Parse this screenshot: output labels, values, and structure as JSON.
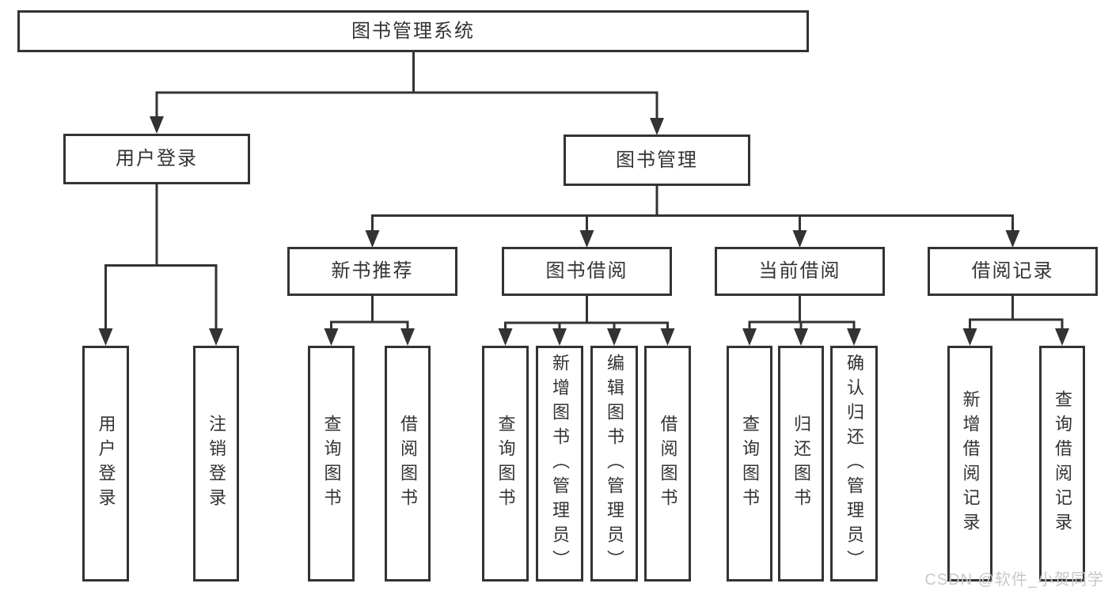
{
  "root": {
    "label": "图书管理系统"
  },
  "branches": {
    "user": {
      "label": "用户登录",
      "leaves": [
        "用户登录",
        "注销登录"
      ]
    },
    "book": {
      "label": "图书管理"
    }
  },
  "groups": {
    "newbook": {
      "label": "新书推荐",
      "leaves": [
        "查询图书",
        "借阅图书"
      ]
    },
    "borrow": {
      "label": "图书借阅",
      "leaves": [
        "查询图书",
        "新增图书（管理员）",
        "编辑图书（管理员）",
        "借阅图书"
      ]
    },
    "current": {
      "label": "当前借阅",
      "leaves": [
        "查询图书",
        "归还图书",
        "确认归还（管理员）"
      ]
    },
    "record": {
      "label": "借阅记录",
      "leaves": [
        "新增借阅记录",
        "查询借阅记录"
      ]
    }
  },
  "watermark": "CSDN @软件_小贺同学",
  "colors": {
    "line": "#333333",
    "text": "#333333",
    "watermark": "#c8c8c8",
    "background": "#ffffff"
  }
}
